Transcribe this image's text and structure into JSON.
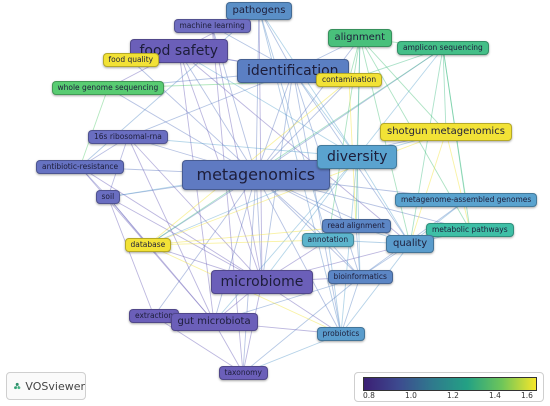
{
  "nodes": [
    {
      "id": "pathogens",
      "label": "pathogens",
      "color": "#5a8fc7"
    },
    {
      "id": "machine-learning",
      "label": "machine learning",
      "color": "#6e6cc0"
    },
    {
      "id": "alignment",
      "label": "alignment",
      "color": "#49c07b"
    },
    {
      "id": "amplicon-sequencing",
      "label": "amplicon sequencing",
      "color": "#44bf88"
    },
    {
      "id": "food-safety",
      "label": "food safety",
      "color": "#6b5fb9"
    },
    {
      "id": "food-quality",
      "label": "food quality",
      "color": "#f2e236"
    },
    {
      "id": "identification",
      "label": "identification",
      "color": "#5b7fc3"
    },
    {
      "id": "contamination",
      "label": "contamination",
      "color": "#f2e236"
    },
    {
      "id": "whole-genome-sequencing",
      "label": "whole genome sequencing",
      "color": "#58cc72"
    },
    {
      "id": "16s-ribosomal-rna",
      "label": "16s ribosomal-rna",
      "color": "#6a6ec1"
    },
    {
      "id": "shotgun-metagenomics",
      "label": "shotgun metagenomics",
      "color": "#f2e236"
    },
    {
      "id": "antibiotic-resistance",
      "label": "antibiotic-resistance",
      "color": "#6672c2"
    },
    {
      "id": "metagenomics",
      "label": "metagenomics",
      "color": "#5f7ac2"
    },
    {
      "id": "diversity",
      "label": "diversity",
      "color": "#5aa3cf"
    },
    {
      "id": "soil",
      "label": "soil",
      "color": "#6a6ec1"
    },
    {
      "id": "metagenome-assembled-genomes",
      "label": "metagenome-assembled genomes",
      "color": "#5aa3cf"
    },
    {
      "id": "read-alignment",
      "label": "read alignment",
      "color": "#5c86c5"
    },
    {
      "id": "metabolic-pathways",
      "label": "metabolic pathways",
      "color": "#3fbfa6"
    },
    {
      "id": "database",
      "label": "database",
      "color": "#f2e236"
    },
    {
      "id": "annotation",
      "label": "annotation",
      "color": "#5cb4cc"
    },
    {
      "id": "quality",
      "label": "quality",
      "color": "#5a9ccc"
    },
    {
      "id": "microbiome",
      "label": "microbiome",
      "color": "#6b5fb9"
    },
    {
      "id": "bioinformatics",
      "label": "bioinformatics",
      "color": "#5c86c5"
    },
    {
      "id": "extraction",
      "label": "extraction",
      "color": "#6b5fb9"
    },
    {
      "id": "gut-microbiota",
      "label": "gut microbiota",
      "color": "#6b5fb9"
    },
    {
      "id": "probiotics",
      "label": "probiotics",
      "color": "#5a9ccc"
    },
    {
      "id": "taxonomy",
      "label": "taxonomy",
      "color": "#6b5fb9"
    }
  ],
  "edges": [
    [
      "metagenomics",
      "pathogens"
    ],
    [
      "metagenomics",
      "machine-learning"
    ],
    [
      "metagenomics",
      "alignment"
    ],
    [
      "metagenomics",
      "food-safety"
    ],
    [
      "metagenomics",
      "identification"
    ],
    [
      "metagenomics",
      "contamination"
    ],
    [
      "metagenomics",
      "whole-genome-sequencing"
    ],
    [
      "metagenomics",
      "16s-ribosomal-rna"
    ],
    [
      "metagenomics",
      "shotgun-metagenomics"
    ],
    [
      "metagenomics",
      "antibiotic-resistance"
    ],
    [
      "metagenomics",
      "diversity"
    ],
    [
      "metagenomics",
      "soil"
    ],
    [
      "metagenomics",
      "metagenome-assembled-genomes"
    ],
    [
      "metagenomics",
      "read-alignment"
    ],
    [
      "metagenomics",
      "database"
    ],
    [
      "metagenomics",
      "annotation"
    ],
    [
      "metagenomics",
      "quality"
    ],
    [
      "metagenomics",
      "microbiome"
    ],
    [
      "metagenomics",
      "bioinformatics"
    ],
    [
      "metagenomics",
      "extraction"
    ],
    [
      "metagenomics",
      "gut-microbiota"
    ],
    [
      "metagenomics",
      "probiotics"
    ],
    [
      "metagenomics",
      "taxonomy"
    ],
    [
      "metagenomics",
      "amplicon-sequencing"
    ],
    [
      "metagenomics",
      "food-quality"
    ],
    [
      "metagenomics",
      "metabolic-pathways"
    ],
    [
      "diversity",
      "pathogens"
    ],
    [
      "diversity",
      "alignment"
    ],
    [
      "diversity",
      "amplicon-sequencing"
    ],
    [
      "diversity",
      "identification"
    ],
    [
      "diversity",
      "food-safety"
    ],
    [
      "diversity",
      "microbiome"
    ],
    [
      "diversity",
      "gut-microbiota"
    ],
    [
      "diversity",
      "probiotics"
    ],
    [
      "diversity",
      "quality"
    ],
    [
      "diversity",
      "soil"
    ],
    [
      "diversity",
      "shotgun-metagenomics"
    ],
    [
      "diversity",
      "16s-ribosomal-rna"
    ],
    [
      "diversity",
      "database"
    ],
    [
      "diversity",
      "bioinformatics"
    ],
    [
      "identification",
      "pathogens"
    ],
    [
      "identification",
      "food-safety"
    ],
    [
      "identification",
      "machine-learning"
    ],
    [
      "identification",
      "alignment"
    ],
    [
      "identification",
      "whole-genome-sequencing"
    ],
    [
      "identification",
      "microbiome"
    ],
    [
      "identification",
      "quality"
    ],
    [
      "identification",
      "probiotics"
    ],
    [
      "identification",
      "contamination"
    ],
    [
      "identification",
      "16s-ribosomal-rna"
    ],
    [
      "identification",
      "bioinformatics"
    ],
    [
      "microbiome",
      "food-safety"
    ],
    [
      "microbiome",
      "pathogens"
    ],
    [
      "microbiome",
      "gut-microbiota"
    ],
    [
      "microbiome",
      "bioinformatics"
    ],
    [
      "microbiome",
      "probiotics"
    ],
    [
      "microbiome",
      "taxonomy"
    ],
    [
      "microbiome",
      "antibiotic-resistance"
    ],
    [
      "microbiome",
      "soil"
    ],
    [
      "microbiome",
      "quality"
    ],
    [
      "microbiome",
      "machine-learning"
    ],
    [
      "microbiome",
      "database"
    ],
    [
      "microbiome",
      "annotation"
    ],
    [
      "microbiome",
      "16s-ribosomal-rna"
    ],
    [
      "food-safety",
      "pathogens"
    ],
    [
      "food-safety",
      "food-quality"
    ],
    [
      "food-safety",
      "whole-genome-sequencing"
    ],
    [
      "food-safety",
      "contamination"
    ],
    [
      "food-safety",
      "gut-microbiota"
    ],
    [
      "food-safety",
      "quality"
    ],
    [
      "alignment",
      "amplicon-sequencing"
    ],
    [
      "alignment",
      "contamination"
    ],
    [
      "alignment",
      "shotgun-metagenomics"
    ],
    [
      "alignment",
      "quality"
    ],
    [
      "alignment",
      "metabolic-pathways"
    ],
    [
      "alignment",
      "read-alignment"
    ],
    [
      "alignment",
      "annotation"
    ],
    [
      "amplicon-sequencing",
      "shotgun-metagenomics"
    ],
    [
      "amplicon-sequencing",
      "quality"
    ],
    [
      "amplicon-sequencing",
      "metabolic-pathways"
    ],
    [
      "amplicon-sequencing",
      "metagenome-assembled-genomes"
    ],
    [
      "amplicon-sequencing",
      "database"
    ],
    [
      "amplicon-sequencing",
      "contamination"
    ],
    [
      "shotgun-metagenomics",
      "quality"
    ],
    [
      "shotgun-metagenomics",
      "metabolic-pathways"
    ],
    [
      "shotgun-metagenomics",
      "database"
    ],
    [
      "bioinformatics",
      "read-alignment"
    ],
    [
      "bioinformatics",
      "annotation"
    ],
    [
      "bioinformatics",
      "quality"
    ],
    [
      "bioinformatics",
      "probiotics"
    ],
    [
      "bioinformatics",
      "gut-microbiota"
    ],
    [
      "bioinformatics",
      "taxonomy"
    ],
    [
      "bioinformatics",
      "metagenome-assembled-genomes"
    ],
    [
      "quality",
      "metabolic-pathways"
    ],
    [
      "quality",
      "metagenome-assembled-genomes"
    ],
    [
      "quality",
      "read-alignment"
    ],
    [
      "quality",
      "annotation"
    ],
    [
      "quality",
      "probiotics"
    ],
    [
      "gut-microbiota",
      "extraction"
    ],
    [
      "gut-microbiota",
      "probiotics"
    ],
    [
      "gut-microbiota",
      "taxonomy"
    ],
    [
      "gut-microbiota",
      "soil"
    ],
    [
      "gut-microbiota",
      "16s-ribosomal-rna"
    ],
    [
      "gut-microbiota",
      "antibiotic-resistance"
    ],
    [
      "extraction",
      "soil"
    ],
    [
      "extraction",
      "taxonomy"
    ],
    [
      "pathogens",
      "machine-learning"
    ],
    [
      "pathogens",
      "antibiotic-resistance"
    ],
    [
      "pathogens",
      "probiotics"
    ],
    [
      "pathogens",
      "annotation"
    ],
    [
      "whole-genome-sequencing",
      "antibiotic-resistance"
    ],
    [
      "whole-genome-sequencing",
      "contamination"
    ],
    [
      "antibiotic-resistance",
      "soil"
    ],
    [
      "antibiotic-resistance",
      "16s-ribosomal-rna"
    ],
    [
      "soil",
      "16s-ribosomal-rna"
    ],
    [
      "soil",
      "database"
    ],
    [
      "database",
      "annotation"
    ],
    [
      "database",
      "read-alignment"
    ],
    [
      "database",
      "probiotics"
    ],
    [
      "database",
      "contamination"
    ],
    [
      "probiotics",
      "taxonomy"
    ],
    [
      "probiotics",
      "annotation"
    ],
    [
      "taxonomy",
      "machine-learning"
    ],
    [
      "contamination",
      "read-alignment"
    ]
  ],
  "legend": {
    "ticks": [
      "0.8",
      "1.0",
      "1.2",
      "1.4",
      "1.6"
    ],
    "gradient": [
      "#3b1f74",
      "#3d4a8f",
      "#2f7a8d",
      "#23a184",
      "#6dc55a",
      "#f6e62a"
    ]
  },
  "logo": {
    "text": "VOSviewer"
  }
}
